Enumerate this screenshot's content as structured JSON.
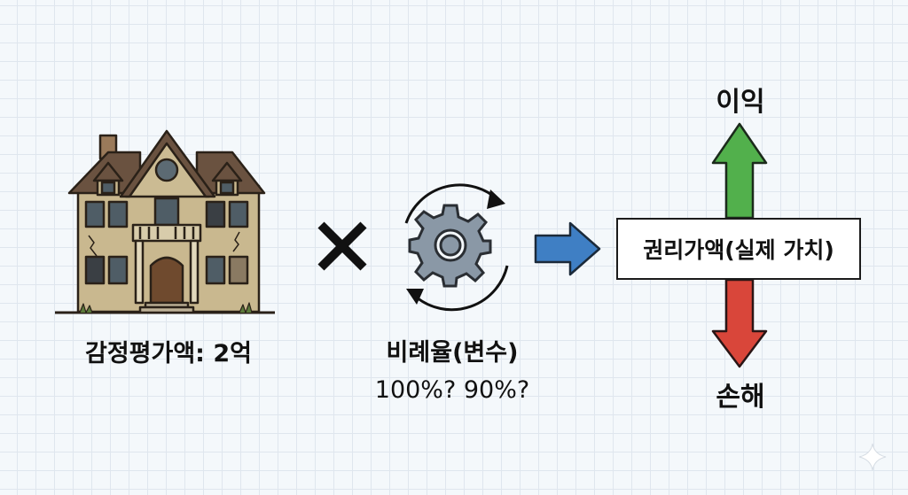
{
  "labels": {
    "appraisal": "감정평가액: 2억",
    "ratio_title": "비례율(변수)",
    "ratio_examples": "100%? 90%?",
    "rights_value": "권리가액(실제 가치)",
    "profit": "이익",
    "loss": "손해"
  },
  "icons": [
    "old-house-icon",
    "multiply-icon",
    "gear-cycle-icon",
    "right-arrow-icon",
    "up-arrow-icon",
    "down-arrow-icon",
    "sparkle-icon"
  ],
  "colors": {
    "up_arrow": "#52b04c",
    "down_arrow": "#d9463a",
    "right_arrow": "#3f7fc4",
    "gear": "#8a98a6"
  }
}
